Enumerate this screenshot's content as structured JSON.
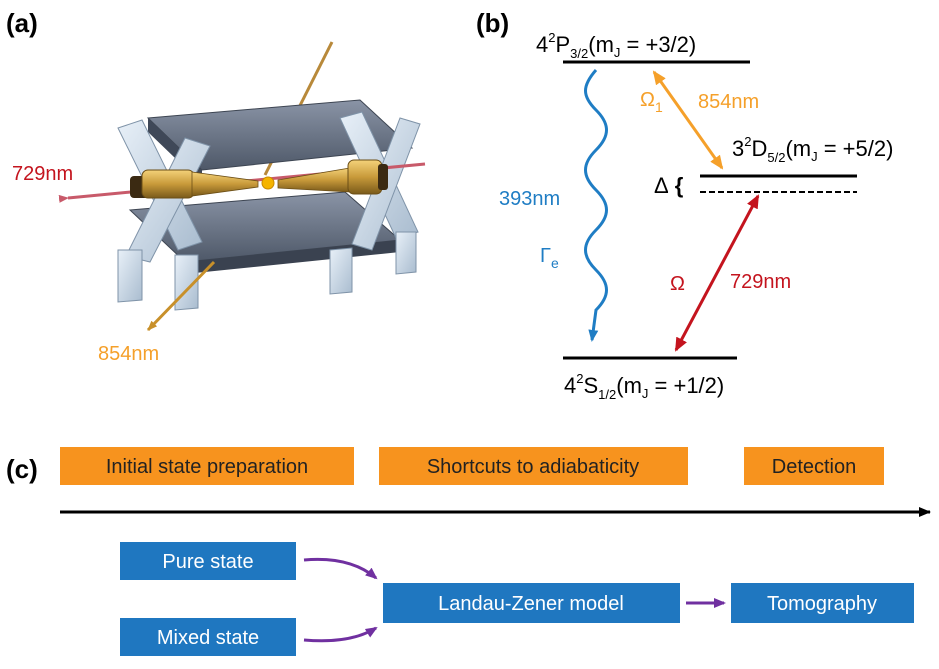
{
  "panels": {
    "a": "(a)",
    "b": "(b)",
    "c": "(c)"
  },
  "panel_a": {
    "beam_red": "729nm",
    "beam_orange": "854nm"
  },
  "panel_b": {
    "levels": {
      "P": {
        "n": "4",
        "mult": "2",
        "L": "P",
        "j": "3/2",
        "pre": "(m",
        "sub": "J",
        "eq": " = +3/2)"
      },
      "D": {
        "n": "3",
        "mult": "2",
        "L": "D",
        "j": "5/2",
        "pre": "(m",
        "sub": "J",
        "eq": " = +5/2)"
      },
      "S": {
        "n": "4",
        "mult": "2",
        "L": "S",
        "j": "1/2",
        "pre": "(m",
        "sub": "J",
        "eq": " = +1/2)"
      }
    },
    "omega1": "Ω",
    "omega1_sub": "1",
    "wl_854": "854nm",
    "delta": "Δ",
    "delta_brace": "{",
    "wl_393": "393nm",
    "gamma": "Γ",
    "gamma_sub": "e",
    "omega": "Ω",
    "wl_729": "729nm"
  },
  "panel_c": {
    "stages": [
      "Initial state preparation",
      "Shortcuts to adiabaticity",
      "Detection"
    ],
    "boxes": {
      "pure": "Pure state",
      "mixed": "Mixed state",
      "lz": "Landau-Zener model",
      "tomo": "Tomography"
    }
  },
  "colors": {
    "orange": "#f5a02a",
    "blue": "#1f7dc4",
    "red": "#c4141e",
    "purple": "#7030a0",
    "stage_fill": "#f7931e",
    "box_fill": "#1f77c0"
  }
}
